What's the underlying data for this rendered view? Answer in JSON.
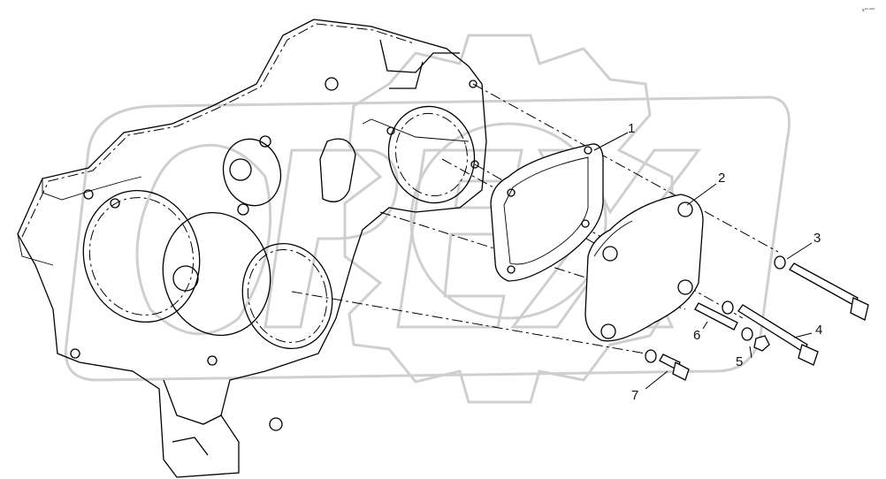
{
  "diagram": {
    "corner_text": "s²⁰ ⁶⁰⁰",
    "watermark_text": "OPEX",
    "callouts": [
      {
        "id": "1",
        "label": "1"
      },
      {
        "id": "2",
        "label": "2"
      },
      {
        "id": "3",
        "label": "3"
      },
      {
        "id": "4",
        "label": "4"
      },
      {
        "id": "5",
        "label": "5"
      },
      {
        "id": "6",
        "label": "6"
      },
      {
        "id": "7",
        "label": "7"
      }
    ]
  }
}
